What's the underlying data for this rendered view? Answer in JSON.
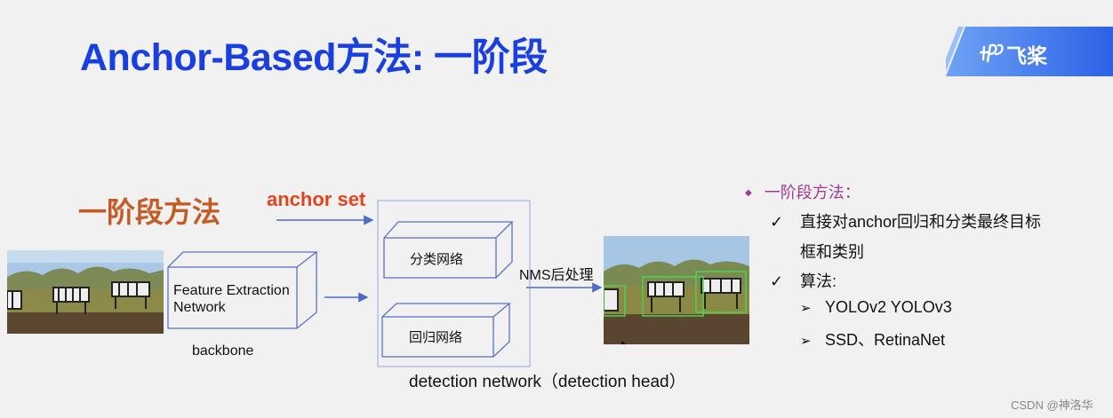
{
  "slide": {
    "title": "Anchor-Based方法: 一阶段",
    "logo_text": "飞桨",
    "logo_icon": "paddle-logo-icon"
  },
  "diagram": {
    "section_label": "一阶段方法",
    "anchor_label": "anchor set",
    "feature_box_label": "Feature Extraction Network",
    "backbone_label": "backbone",
    "cls_label": "分类网络",
    "reg_label": "回归网络",
    "nms_label": "NMS后处理",
    "head_label": "detection network（detection head）"
  },
  "bullets": {
    "main": "一阶段方法：",
    "point1_line1": "直接对anchor回归和分类最终目标",
    "point1_line2": "框和类别",
    "point2": "算法:",
    "sub1": "YOLOv2 YOLOv3",
    "sub2": "SSD、RetinaNet",
    "check_symbol": "✓",
    "arrow_symbol": "➢",
    "diamond_symbol": "◆"
  },
  "watermark": "CSDN @神洛华",
  "colors": {
    "title": "#1a3fe0",
    "section_label": "#c55a24",
    "anchor_label": "#e0451d",
    "bullet_main": "#a2388f",
    "box_stroke": "#5b72c8",
    "arrow": "#4a6cc8"
  }
}
